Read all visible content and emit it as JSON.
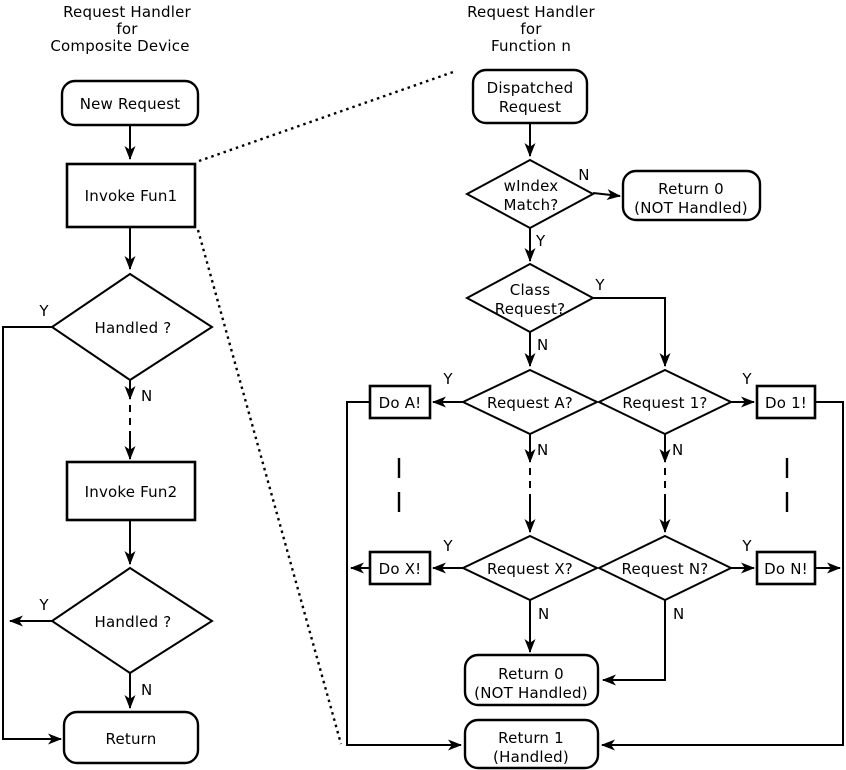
{
  "colors": {
    "ink": "#000000",
    "background": "#ffffff"
  },
  "branch_labels": {
    "yes": "Y",
    "no": "N"
  },
  "left_chart": {
    "title": [
      "Request Handler",
      "for",
      "Composite Device"
    ],
    "nodes": {
      "new_request": "New Request",
      "invoke_fun1": "Invoke Fun1",
      "handled1": "Handled ?",
      "invoke_fun2": "Invoke Fun2",
      "handled2": "Handled ?",
      "return": "Return"
    }
  },
  "right_chart": {
    "title": [
      "Request Handler",
      "for",
      "Function n"
    ],
    "nodes": {
      "dispatched_request": [
        "Dispatched",
        "Request"
      ],
      "windex_match": [
        "wIndex",
        "Match?"
      ],
      "return0_top": [
        "Return 0",
        "(NOT Handled)"
      ],
      "class_request": [
        "Class",
        "Request?"
      ],
      "request_a": "Request A?",
      "request_1": "Request 1?",
      "do_a": "Do A!",
      "do_1": "Do 1!",
      "request_x": "Request X?",
      "request_n": "Request N?",
      "do_x": "Do X!",
      "do_n": "Do N!",
      "return0_bottom": [
        "Return 0",
        "(NOT Handled)"
      ],
      "return1": [
        "Return 1",
        "(Handled)"
      ]
    }
  }
}
